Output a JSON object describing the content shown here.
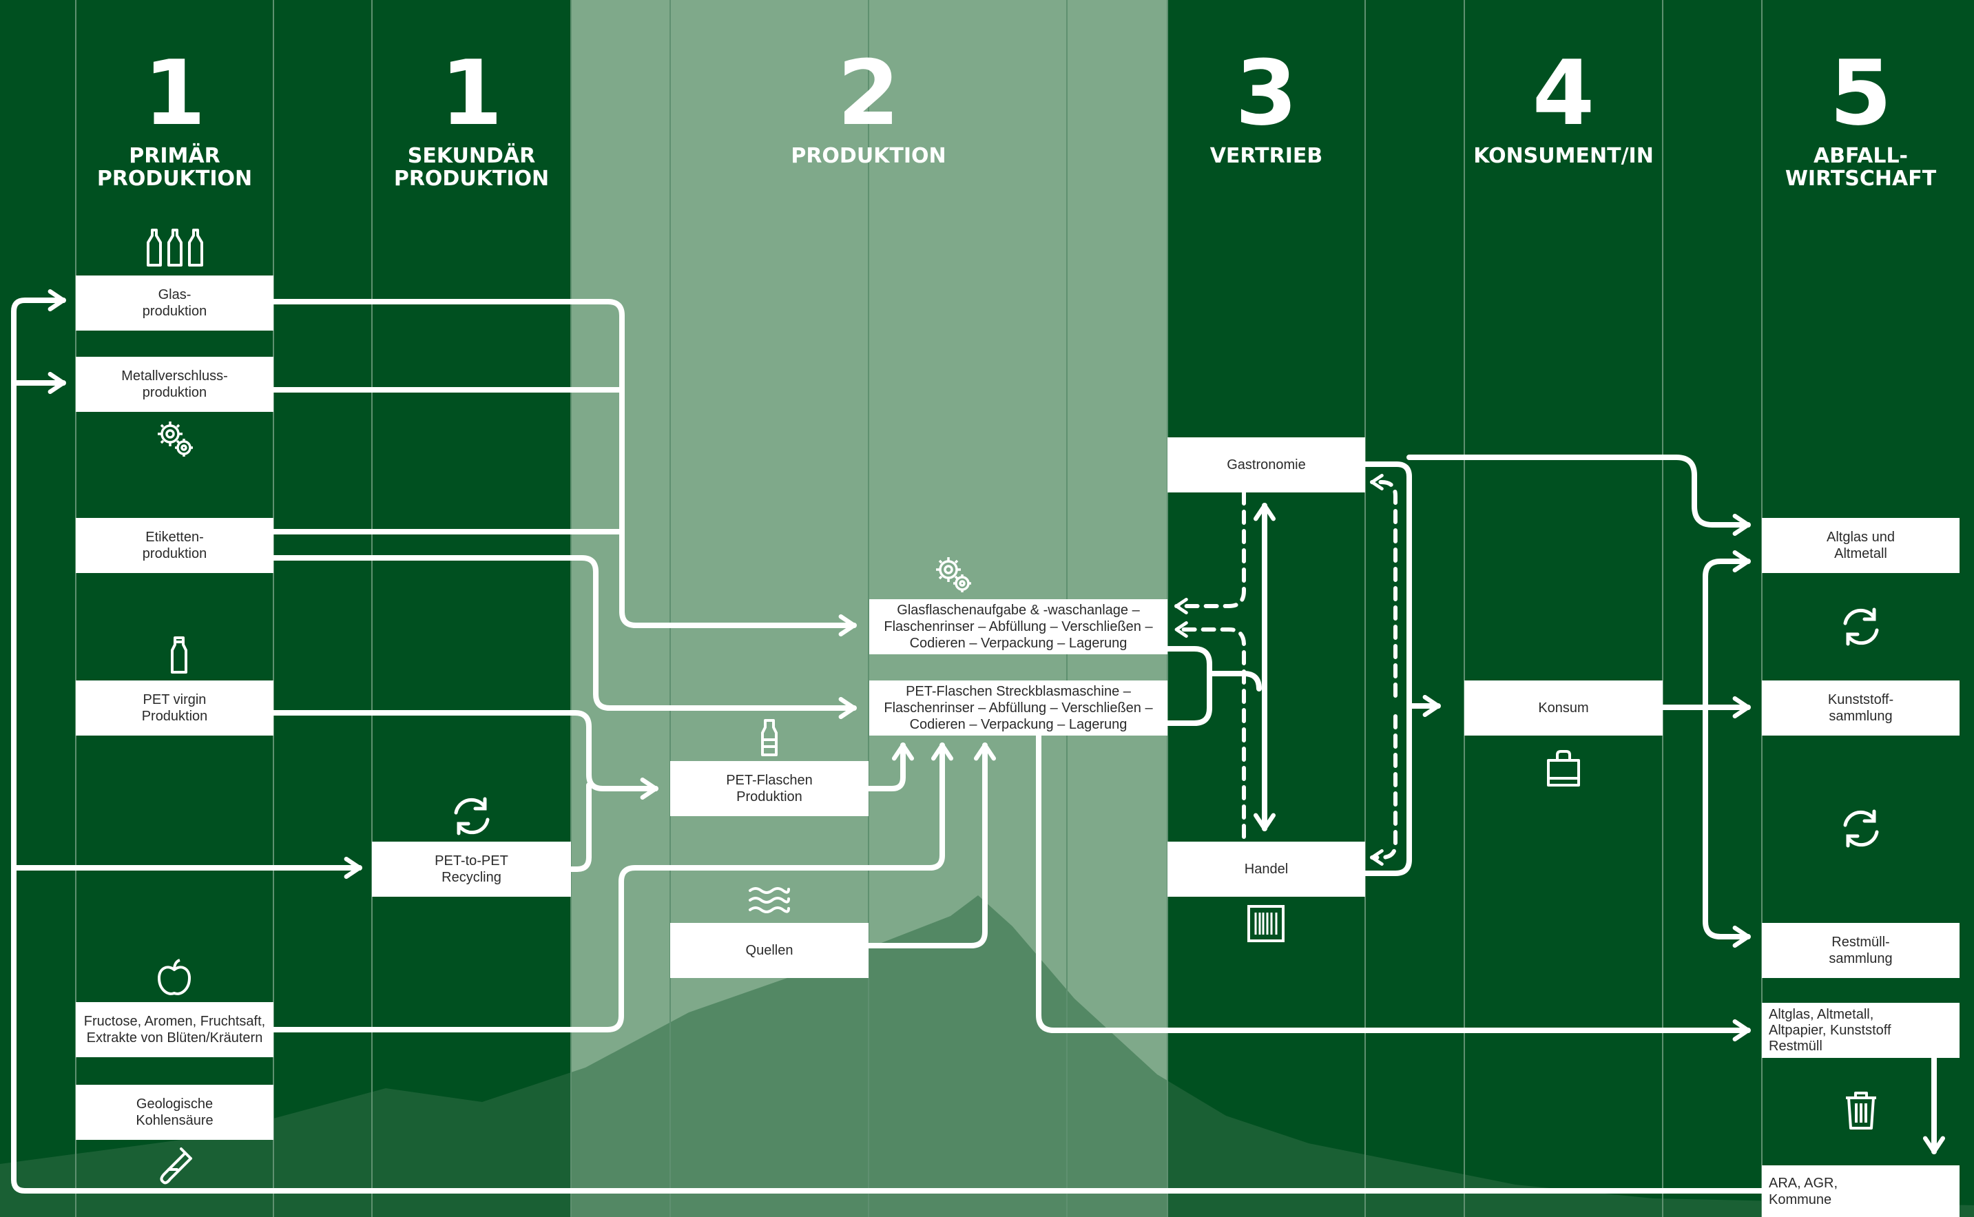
{
  "stages": [
    {
      "id": "s1a",
      "number": "1",
      "label": "PRIMÄR\nPRODUKTION"
    },
    {
      "id": "s1b",
      "number": "1",
      "label": "SEKUNDÄR\nPRODUKTION"
    },
    {
      "id": "s2",
      "number": "2",
      "label": "PRODUKTION"
    },
    {
      "id": "s3",
      "number": "3",
      "label": "VERTRIEB"
    },
    {
      "id": "s4",
      "number": "4",
      "label": "KONSUMENT/IN"
    },
    {
      "id": "s5",
      "number": "5",
      "label": "ABFALL-\nWIRTSCHAFT"
    }
  ],
  "boxes": {
    "glas": "Glas-\nproduktion",
    "metall": "Metallverschluss-\nproduktion",
    "etiketten": "Etiketten-\nproduktion",
    "pet_virgin": "PET virgin\nProduktion",
    "fructose": "Fructose, Aromen, Fruchtsaft,\nExtrakte von Blüten/Kräutern",
    "co2": "Geologische\nKohlensäure",
    "pet_recycling": "PET-to-PET\nRecycling",
    "pet_flaschen": "PET-Flaschen\nProduktion",
    "quellen": "Quellen",
    "glas_anlage": "Glasflaschenaufgabe & -waschanlage –\nFlaschenrinser – Abfüllung – Verschließen –\nCodieren – Verpackung – Lagerung",
    "pet_anlage": "PET-Flaschen Streckblasmaschine –\nFlaschenrinser – Abfüllung – Verschließen –\nCodieren – Verpackung – Lagerung",
    "gastronomie": "Gastronomie",
    "handel": "Handel",
    "konsum": "Konsum",
    "altglas": "Altglas und\nAltmetall",
    "kunststoff": "Kunststoff-\nsammlung",
    "restmuell": "Restmüll-\nsammlung",
    "mixed": "Altglas, Altmetall,\nAltpapier, Kunststoff\nRestmüll",
    "ara": "ARA, AGR,\nKommune"
  },
  "icons": [
    "bottles-icon",
    "gears-icon",
    "pet-bottle-icon",
    "recycle-icon",
    "apple-icon",
    "test-tube-icon",
    "waves-icon",
    "barcode-icon",
    "shopping-bag-icon",
    "trash-icon"
  ],
  "colors": {
    "background": "#005020",
    "highlight": "#7fa98a",
    "box": "#ffffff",
    "arrow": "#ffffff",
    "text": "#2a2a2a"
  }
}
